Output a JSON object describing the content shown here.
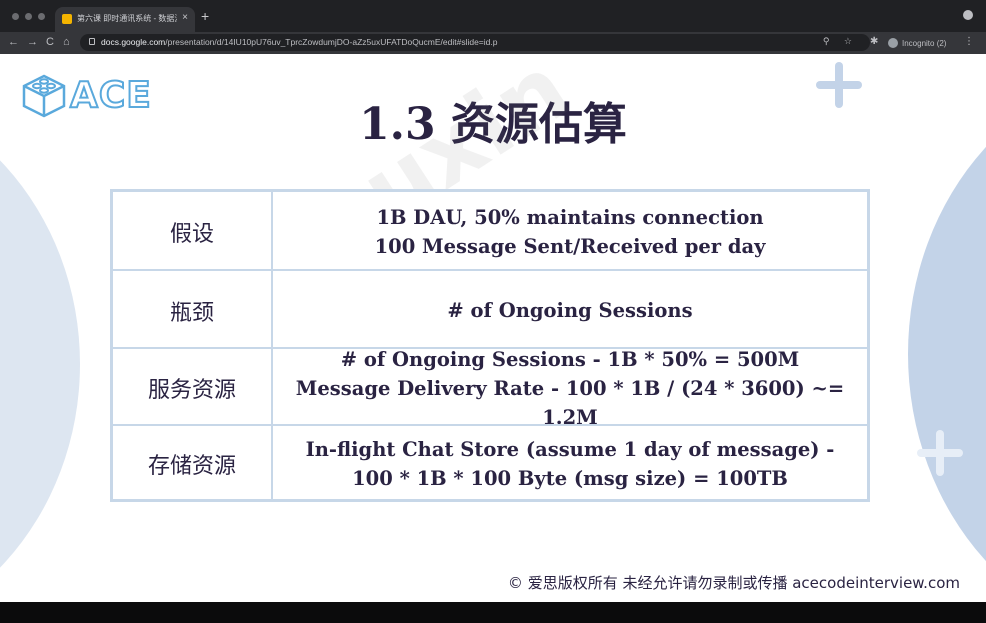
{
  "browser": {
    "tab_title": "第六课 即时通讯系统 - 数据流分析",
    "tab_close": "×",
    "new_tab": "+",
    "url_host": "docs.google.com",
    "url_path": "/presentation/d/14IU10pU76uv_TprcZowdumjDO-aZz5uxUFATDoQucmE/edit#slide=id.p",
    "incognito_label": "Incognito (2)",
    "nav": {
      "back": "←",
      "forward": "→",
      "reload": "C",
      "home": "⌂"
    },
    "omni_icons": "⚲ ☆",
    "extensions_icon": "✱",
    "menu_icon": "⋮"
  },
  "slide": {
    "logo_text": "ACE",
    "title": "1.3 资源估算",
    "watermark": "huyouxin",
    "footer": "© 爱思版权所有 未经允许请勿录制或传播 acecodeinterview.com",
    "table": {
      "rows": [
        {
          "label": "假设",
          "lines": [
            "1B DAU, 50% maintains connection",
            "100 Message Sent/Received per day"
          ]
        },
        {
          "label": "瓶颈",
          "lines": [
            "# of Ongoing Sessions"
          ]
        },
        {
          "label": "服务资源",
          "lines": [
            "# of Ongoing Sessions - 1B * 50% = 500M",
            "Message Delivery Rate - 100 * 1B / (24 * 3600) ~= 1.2M"
          ]
        },
        {
          "label": "存储资源",
          "lines": [
            "In-flight Chat Store (assume 1 day of message) -",
            "100 * 1B * 100 Byte (msg size) = 100TB"
          ]
        }
      ]
    }
  },
  "colors": {
    "title_text": "#2a2342",
    "table_border": "#c7d7e8",
    "logo_accent": "#5aa9dc",
    "arc_light": "#dde6f1",
    "arc_dark": "#c3d3e8"
  }
}
